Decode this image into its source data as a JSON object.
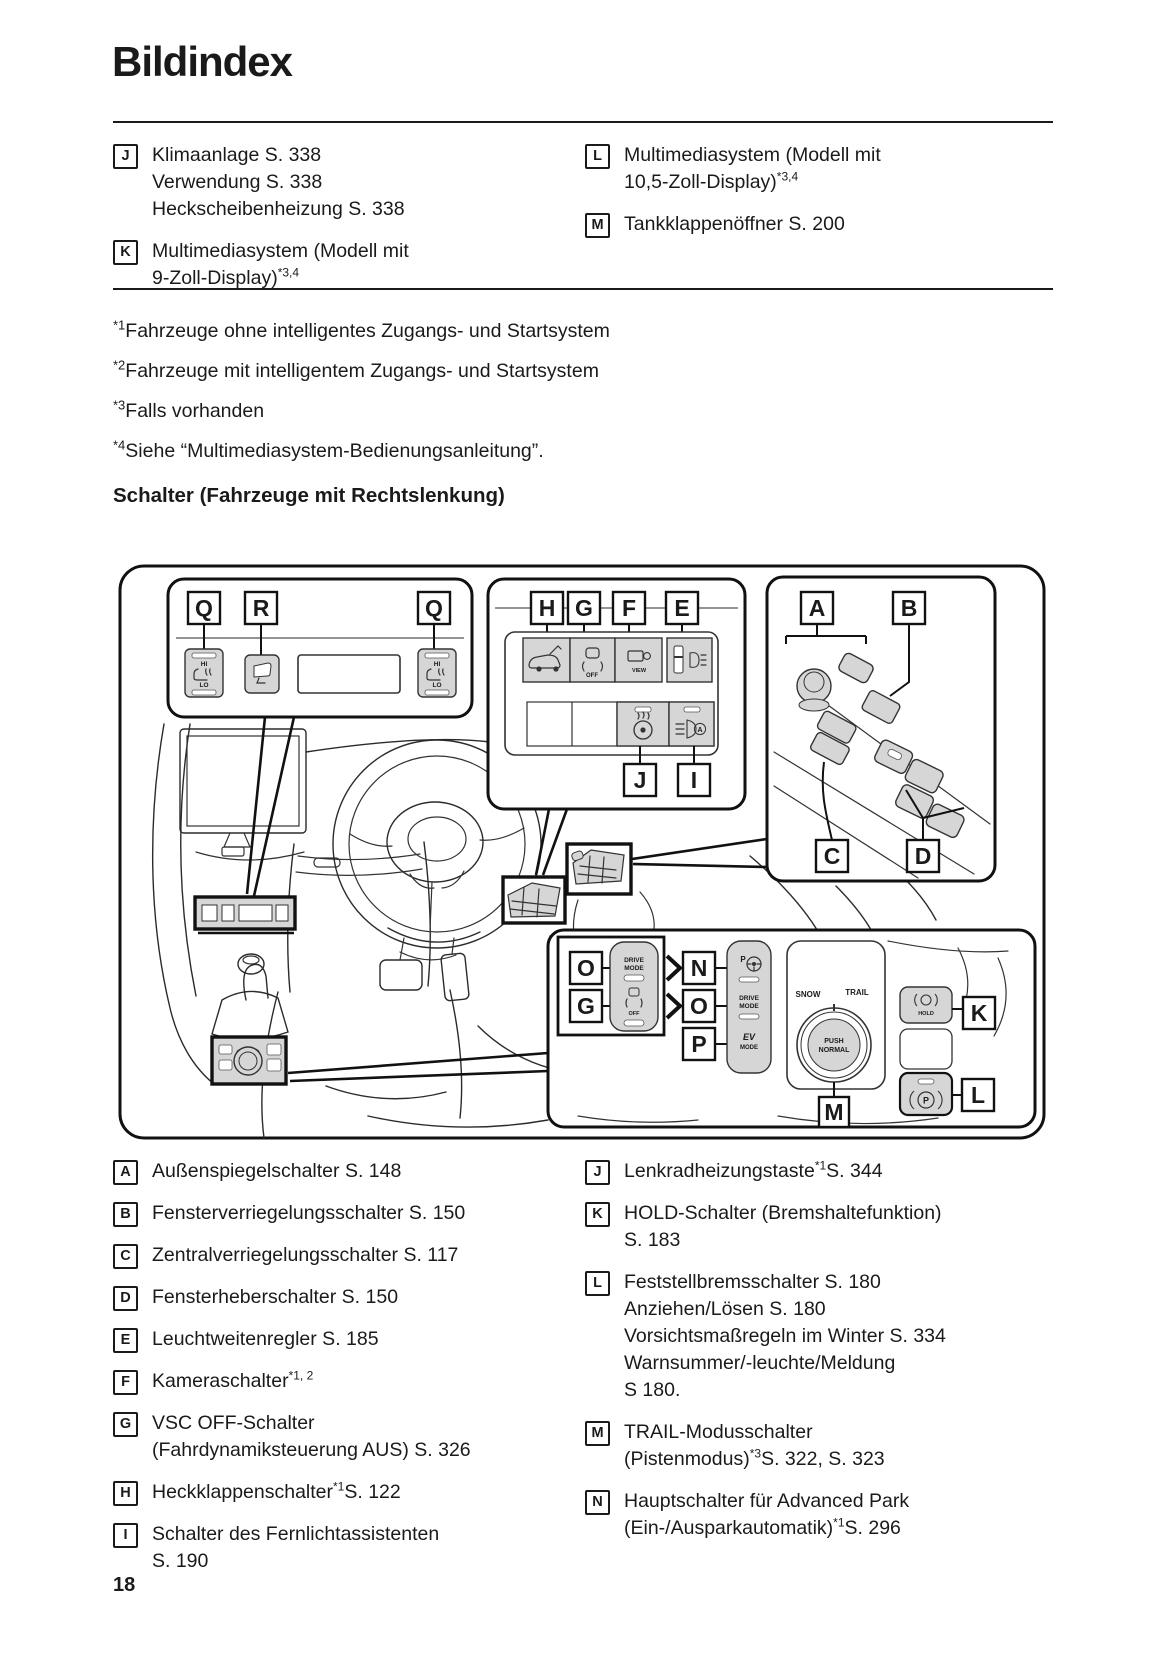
{
  "colors": {
    "button_gray": "#d6d6d6",
    "line_dark": "#1a1a1a",
    "background": "#ffffff"
  },
  "page": {
    "title": "Bildindex",
    "number": "18"
  },
  "top_index": {
    "items_left": [
      {
        "tag": "J",
        "line1": "Klimaanlage S. 338",
        "line2": "Verwendung S. 338",
        "line3": "Heckscheibenheizung S. 338"
      },
      {
        "tag": "K",
        "line1": "Multimediasystem (Modell mit",
        "line2": "9-Zoll-Display)",
        "sup": "*3,4"
      }
    ],
    "items_right": [
      {
        "tag": "L",
        "line1": "Multimediasystem (Modell mit",
        "line2": "10,5-Zoll-Display)",
        "sup": "*3,4"
      },
      {
        "tag": "M",
        "line1": "Tankklappenöffner S. 200"
      }
    ]
  },
  "footnotes": [
    {
      "sup": "*1",
      "text": "Fahrzeuge ohne intelligentes Zugangs- und Startsystem"
    },
    {
      "sup": "*2",
      "text": "Fahrzeuge mit intelligentem Zugangs- und Startsystem"
    },
    {
      "sup": "*3",
      "text": "Falls vorhanden"
    },
    {
      "sup": "*4",
      "text": "Siehe “Multimediasystem-Bedienungsanleitung”."
    }
  ],
  "section_heading": "Schalter (Fahrzeuge mit Rechtslenkung)",
  "diagram": {
    "callouts": {
      "q1": "Q",
      "r": "R",
      "q2": "Q",
      "h": "H",
      "g": "G",
      "f": "F",
      "e": "E",
      "j": "J",
      "i": "I",
      "a": "A",
      "b": "B",
      "c": "C",
      "d": "D",
      "o1": "O",
      "g2": "G",
      "n": "N",
      "o2": "O",
      "p": "P",
      "m": "M",
      "k": "K",
      "l": "L"
    },
    "texts": {
      "hi": "HI",
      "lo": "LO",
      "off": "OFF",
      "view": "VIEW",
      "drive": "DRIVE",
      "mode": "MODE",
      "ev": "EV",
      "snow": "SNOW",
      "trail": "TRAIL",
      "push": "PUSH",
      "normal": "NORMAL",
      "hold": "HOLD",
      "p": "P",
      "a": "A"
    }
  },
  "bottom_index": {
    "left": [
      {
        "tag": "A",
        "lines": [
          {
            "pre": "Außenspiegelschalter S. 148",
            "sup": "",
            "post": ""
          }
        ]
      },
      {
        "tag": "B",
        "lines": [
          {
            "pre": "Fensterverriegelungsschalter S. 150",
            "sup": "",
            "post": ""
          }
        ]
      },
      {
        "tag": "C",
        "lines": [
          {
            "pre": "Zentralverriegelungsschalter S. 117",
            "sup": "",
            "post": ""
          }
        ]
      },
      {
        "tag": "D",
        "lines": [
          {
            "pre": "Fensterheberschalter S. 150",
            "sup": "",
            "post": ""
          }
        ]
      },
      {
        "tag": "E",
        "lines": [
          {
            "pre": "Leuchtweitenregler S. 185",
            "sup": "",
            "post": ""
          }
        ]
      },
      {
        "tag": "F",
        "lines": [
          {
            "pre": "Kameraschalter",
            "sup": "*1, 2",
            "post": ""
          }
        ]
      },
      {
        "tag": "G",
        "lines": [
          {
            "pre": "VSC OFF-Schalter",
            "sup": "",
            "post": ""
          },
          {
            "pre": "(Fahrdynamiksteuerung AUS) S. 326",
            "sup": "",
            "post": ""
          }
        ]
      },
      {
        "tag": "H",
        "lines": [
          {
            "pre": "Heckklappenschalter",
            "sup": "*1",
            "post": "S. 122"
          }
        ]
      },
      {
        "tag": "I",
        "lines": [
          {
            "pre": "Schalter des Fernlichtassistenten",
            "sup": "",
            "post": ""
          },
          {
            "pre": "S. 190",
            "sup": "",
            "post": ""
          }
        ]
      }
    ],
    "right": [
      {
        "tag": "J",
        "lines": [
          {
            "pre": "Lenkradheizungstaste",
            "sup": "*1",
            "post": "S. 344"
          }
        ]
      },
      {
        "tag": "K",
        "lines": [
          {
            "pre": "HOLD-Schalter (Bremshaltefunktion)",
            "sup": "",
            "post": ""
          },
          {
            "pre": "S. 183",
            "sup": "",
            "post": ""
          }
        ]
      },
      {
        "tag": "L",
        "lines": [
          {
            "pre": "Feststellbremsschalter S. 180",
            "sup": "",
            "post": ""
          },
          {
            "pre": "Anziehen/Lösen S. 180",
            "sup": "",
            "post": ""
          },
          {
            "pre": "Vorsichtsmaßregeln im Winter S. 334",
            "sup": "",
            "post": ""
          },
          {
            "pre": "Warnsummer/-leuchte/Meldung",
            "sup": "",
            "post": ""
          },
          {
            "pre": "S 180.",
            "sup": "",
            "post": ""
          }
        ]
      },
      {
        "tag": "M",
        "lines": [
          {
            "pre": "TRAIL-Modusschalter",
            "sup": "",
            "post": ""
          },
          {
            "pre": "(Pistenmodus)",
            "sup": "*3",
            "post": "S. 322, S. 323"
          }
        ]
      },
      {
        "tag": "N",
        "lines": [
          {
            "pre": "Hauptschalter für Advanced Park",
            "sup": "",
            "post": ""
          },
          {
            "pre": "(Ein-/Ausparkautomatik)",
            "sup": "*1",
            "post": "S. 296"
          }
        ]
      }
    ]
  }
}
